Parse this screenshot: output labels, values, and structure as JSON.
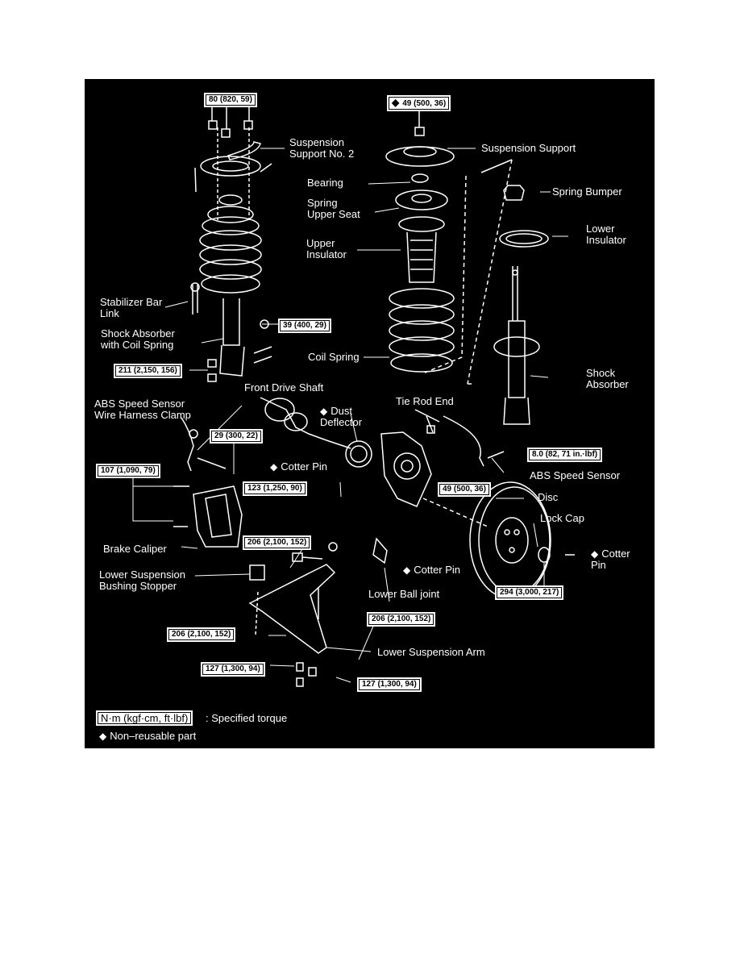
{
  "torque_labels": {
    "t_80": "80 (820, 59)",
    "t_49_top": "49 (500, 36)",
    "t_39": "39 (400, 29)",
    "t_211": "211 (2,150, 156)",
    "t_29": "29 (300, 22)",
    "t_107": "107 (1,090, 79)",
    "t_123": "123 (1,250, 90)",
    "t_49_hub": "49 (500, 36)",
    "t_8": "8.0 (82, 71 in.·lbf)",
    "t_206_a": "206 (2,100, 152)",
    "t_206_b": "206 (2,100, 152)",
    "t_206_c": "206 (2,100, 152)",
    "t_294": "294 (3,000, 217)",
    "t_127_a": "127 (1,300, 94)",
    "t_127_b": "127 (1,300, 94)"
  },
  "part_labels": {
    "suspension_support_no2": "Suspension\nSupport No. 2",
    "suspension_support": "Suspension Support",
    "bearing": "Bearing",
    "spring_upper_seat": "Spring\nUpper Seat",
    "spring_bumper": "Spring Bumper",
    "lower_insulator": "Lower\nInsulator",
    "upper_insulator": "Upper\nInsulator",
    "stabilizer_bar_link": "Stabilizer Bar\nLink",
    "shock_absorber_with_coil_spring": "Shock Absorber\nwith Coil Spring",
    "coil_spring": "Coil Spring",
    "shock_absorber": "Shock\nAbsorber",
    "front_drive_shaft": "Front Drive Shaft",
    "abs_speed_sensor_wire_harness_clamp": "ABS Speed Sensor\nWire Harness Clamp",
    "dust_deflector": "Dust\nDeflector",
    "tie_rod_end": "Tie Rod End",
    "cotter_pin_upper": "Cotter Pin",
    "abs_speed_sensor": "ABS Speed Sensor",
    "disc": "Disc",
    "lock_cap": "Lock Cap",
    "brake_caliper": "Brake Caliper",
    "cotter_pin_right": "Cotter\nPin",
    "cotter_pin_lower": "Cotter Pin",
    "lower_ball_joint": "Lower Ball joint",
    "lower_suspension_bushing_stopper": "Lower Suspension\nBushing Stopper",
    "lower_suspension_arm": "Lower Suspension Arm"
  },
  "legend": {
    "unit_box": "N·m (kgf·cm, ft·lbf)",
    "unit_text": ": Specified torque",
    "nonreusable_text": "Non–reusable part",
    "diamond": "◆"
  },
  "colors": {
    "background": "#000000",
    "ink": "#ffffff",
    "page": "#ffffff"
  }
}
